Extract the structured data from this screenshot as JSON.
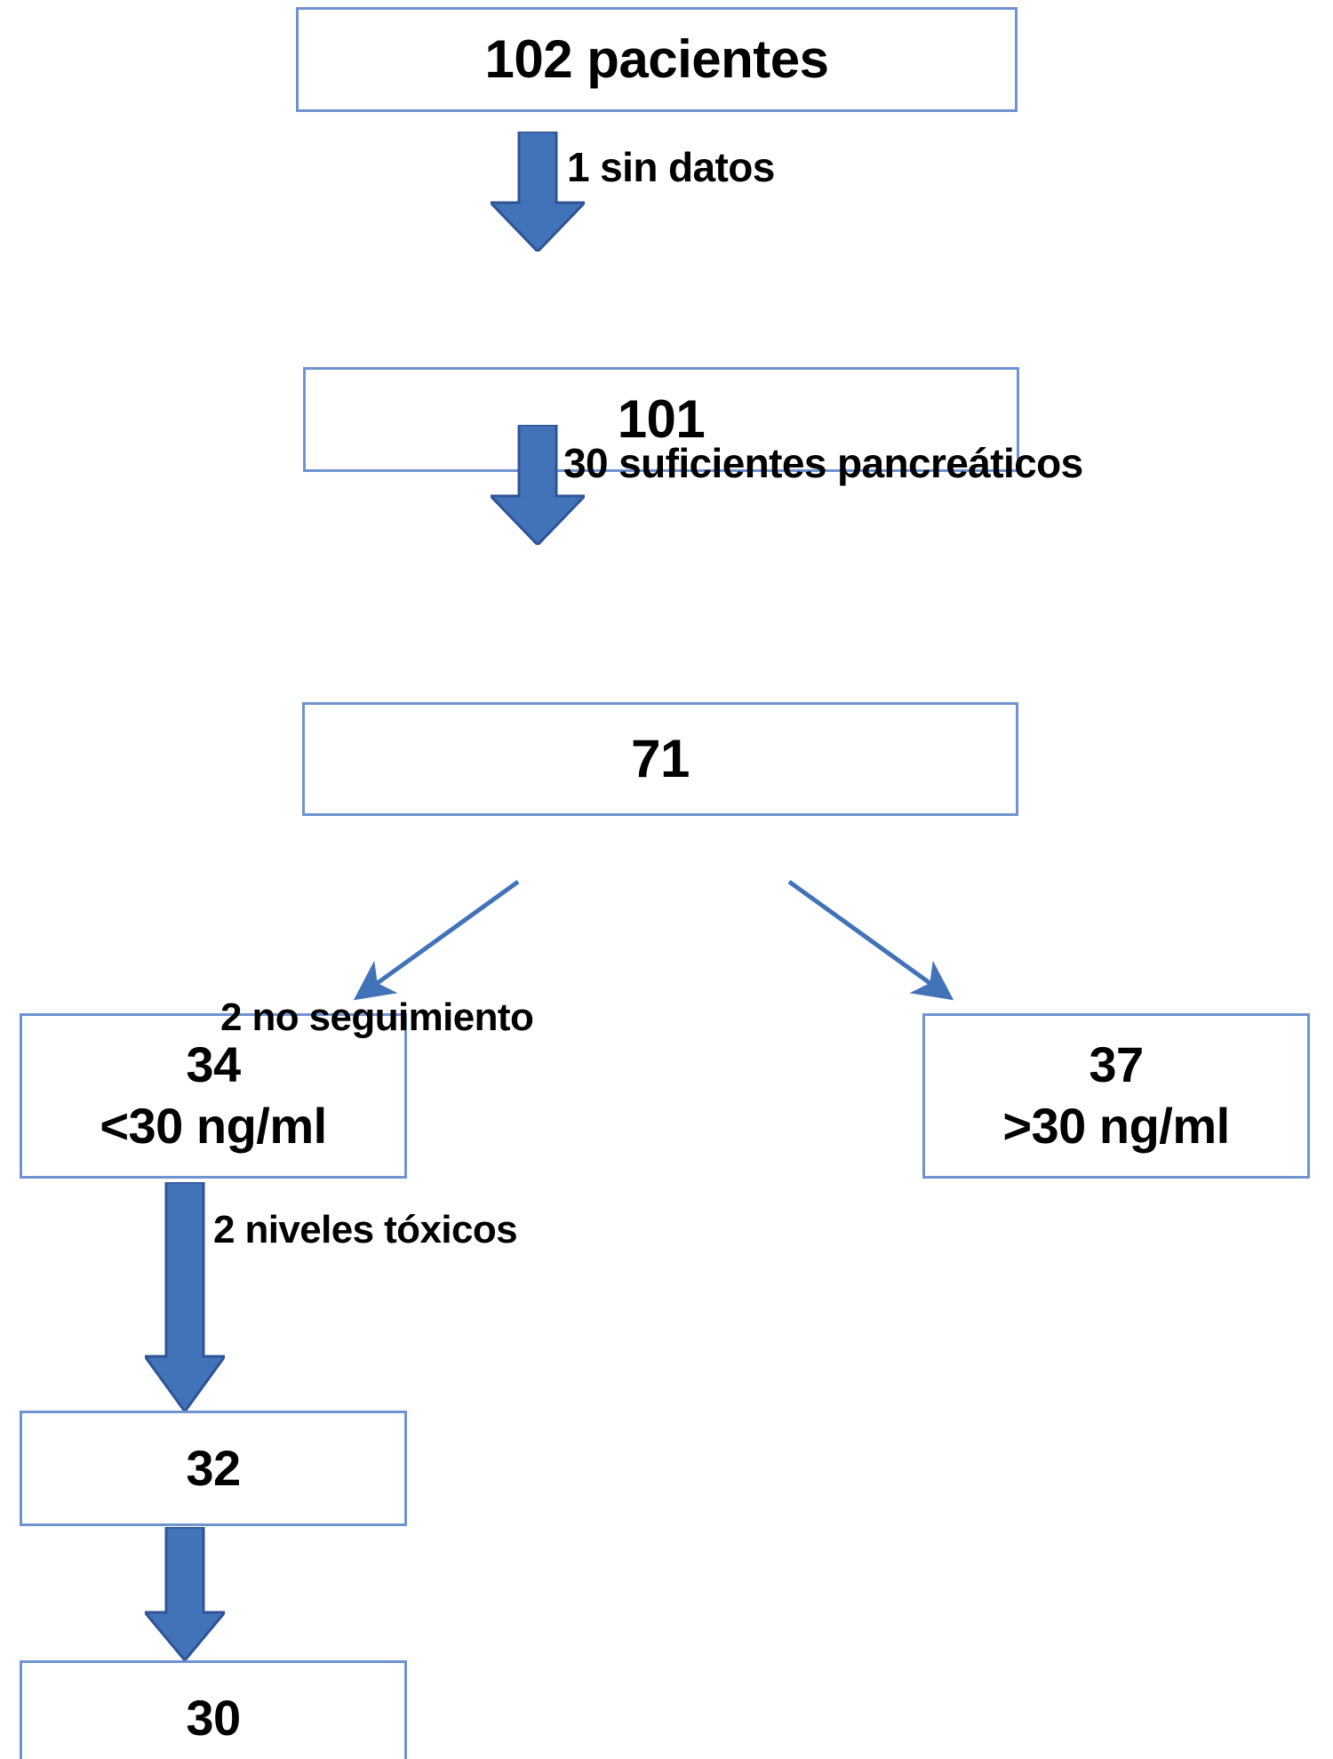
{
  "diagram": {
    "title": "Diagrama de flujo de pacientes",
    "language": "es",
    "colors": {
      "box_border": "#6f93d0",
      "box_fill": "#ffffff",
      "arrow_fill": "#4272b8",
      "arrow_stroke": "#2e5496",
      "thin_arrow": "#4272b8",
      "text": "#000000"
    },
    "nodes": [
      {
        "id": "n102",
        "line1": "102 pacientes",
        "line2": ""
      },
      {
        "id": "n101",
        "line1": "101",
        "line2": ""
      },
      {
        "id": "n71",
        "line1": "71",
        "line2": ""
      },
      {
        "id": "n34",
        "line1": "34",
        "line2": "<30 ng/ml"
      },
      {
        "id": "n37",
        "line1": "37",
        "line2": ">30 ng/ml"
      },
      {
        "id": "n32",
        "line1": "32",
        "line2": ""
      },
      {
        "id": "n30",
        "line1": "30",
        "line2": ""
      }
    ],
    "edges": [
      {
        "id": "e1",
        "from": "n102",
        "to": "n101",
        "label": "1 sin datos",
        "style": "block-arrow-down"
      },
      {
        "id": "e2",
        "from": "n101",
        "to": "n71",
        "label": "30 suficientes pancreáticos",
        "style": "block-arrow-down"
      },
      {
        "id": "e3",
        "from": "n71",
        "to": "n34",
        "label": "",
        "style": "thin-arrow-diagonal-left"
      },
      {
        "id": "e4",
        "from": "n71",
        "to": "n37",
        "label": "",
        "style": "thin-arrow-diagonal-right"
      },
      {
        "id": "e5",
        "from": "n34",
        "to": "n32",
        "label": "2 no seguimiento",
        "style": "block-arrow-down"
      },
      {
        "id": "e6",
        "from": "n32",
        "to": "n30",
        "label": "2 niveles tóxicos",
        "style": "block-arrow-down"
      }
    ]
  },
  "chart_data": {
    "type": "diagram",
    "title": "Flujo de pacientes",
    "nodes": [
      {
        "label": "102 pacientes",
        "value": 102
      },
      {
        "label": "101",
        "value": 101
      },
      {
        "label": "71",
        "value": 71
      },
      {
        "label": "34 <30 ng/ml",
        "value": 34
      },
      {
        "label": "37 >30 ng/ml",
        "value": 37
      },
      {
        "label": "32",
        "value": 32
      },
      {
        "label": "30",
        "value": 30
      }
    ],
    "exclusions": [
      {
        "label": "1 sin datos",
        "value": 1
      },
      {
        "label": "30 suficientes pancreáticos",
        "value": 30
      },
      {
        "label": "2 no seguimiento",
        "value": 2
      },
      {
        "label": "2 niveles tóxicos",
        "value": 2
      }
    ]
  }
}
